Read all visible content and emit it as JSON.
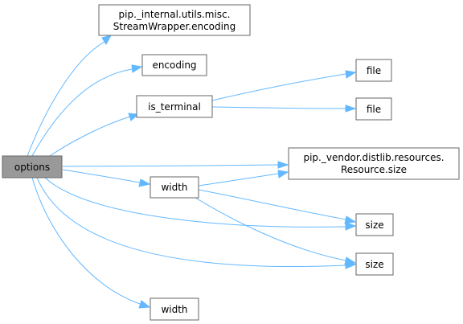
{
  "graph": {
    "nodes": {
      "options": {
        "label": "options"
      },
      "wrapper_encoding": {
        "line1": "pip._internal.utils.misc.",
        "line2": "StreamWrapper.encoding"
      },
      "encoding": {
        "label": "encoding"
      },
      "is_terminal": {
        "label": "is_terminal"
      },
      "file_1": {
        "label": "file"
      },
      "file_2": {
        "label": "file"
      },
      "resource_size": {
        "line1": "pip._vendor.distlib.resources.",
        "line2": "Resource.size"
      },
      "width_1": {
        "label": "width"
      },
      "size_1": {
        "label": "size"
      },
      "size_2": {
        "label": "size"
      },
      "width_2": {
        "label": "width"
      }
    },
    "colors": {
      "edge": "#63b8ff",
      "node_border": "#666666",
      "root_fill": "#999999",
      "node_fill": "#ffffff"
    }
  }
}
